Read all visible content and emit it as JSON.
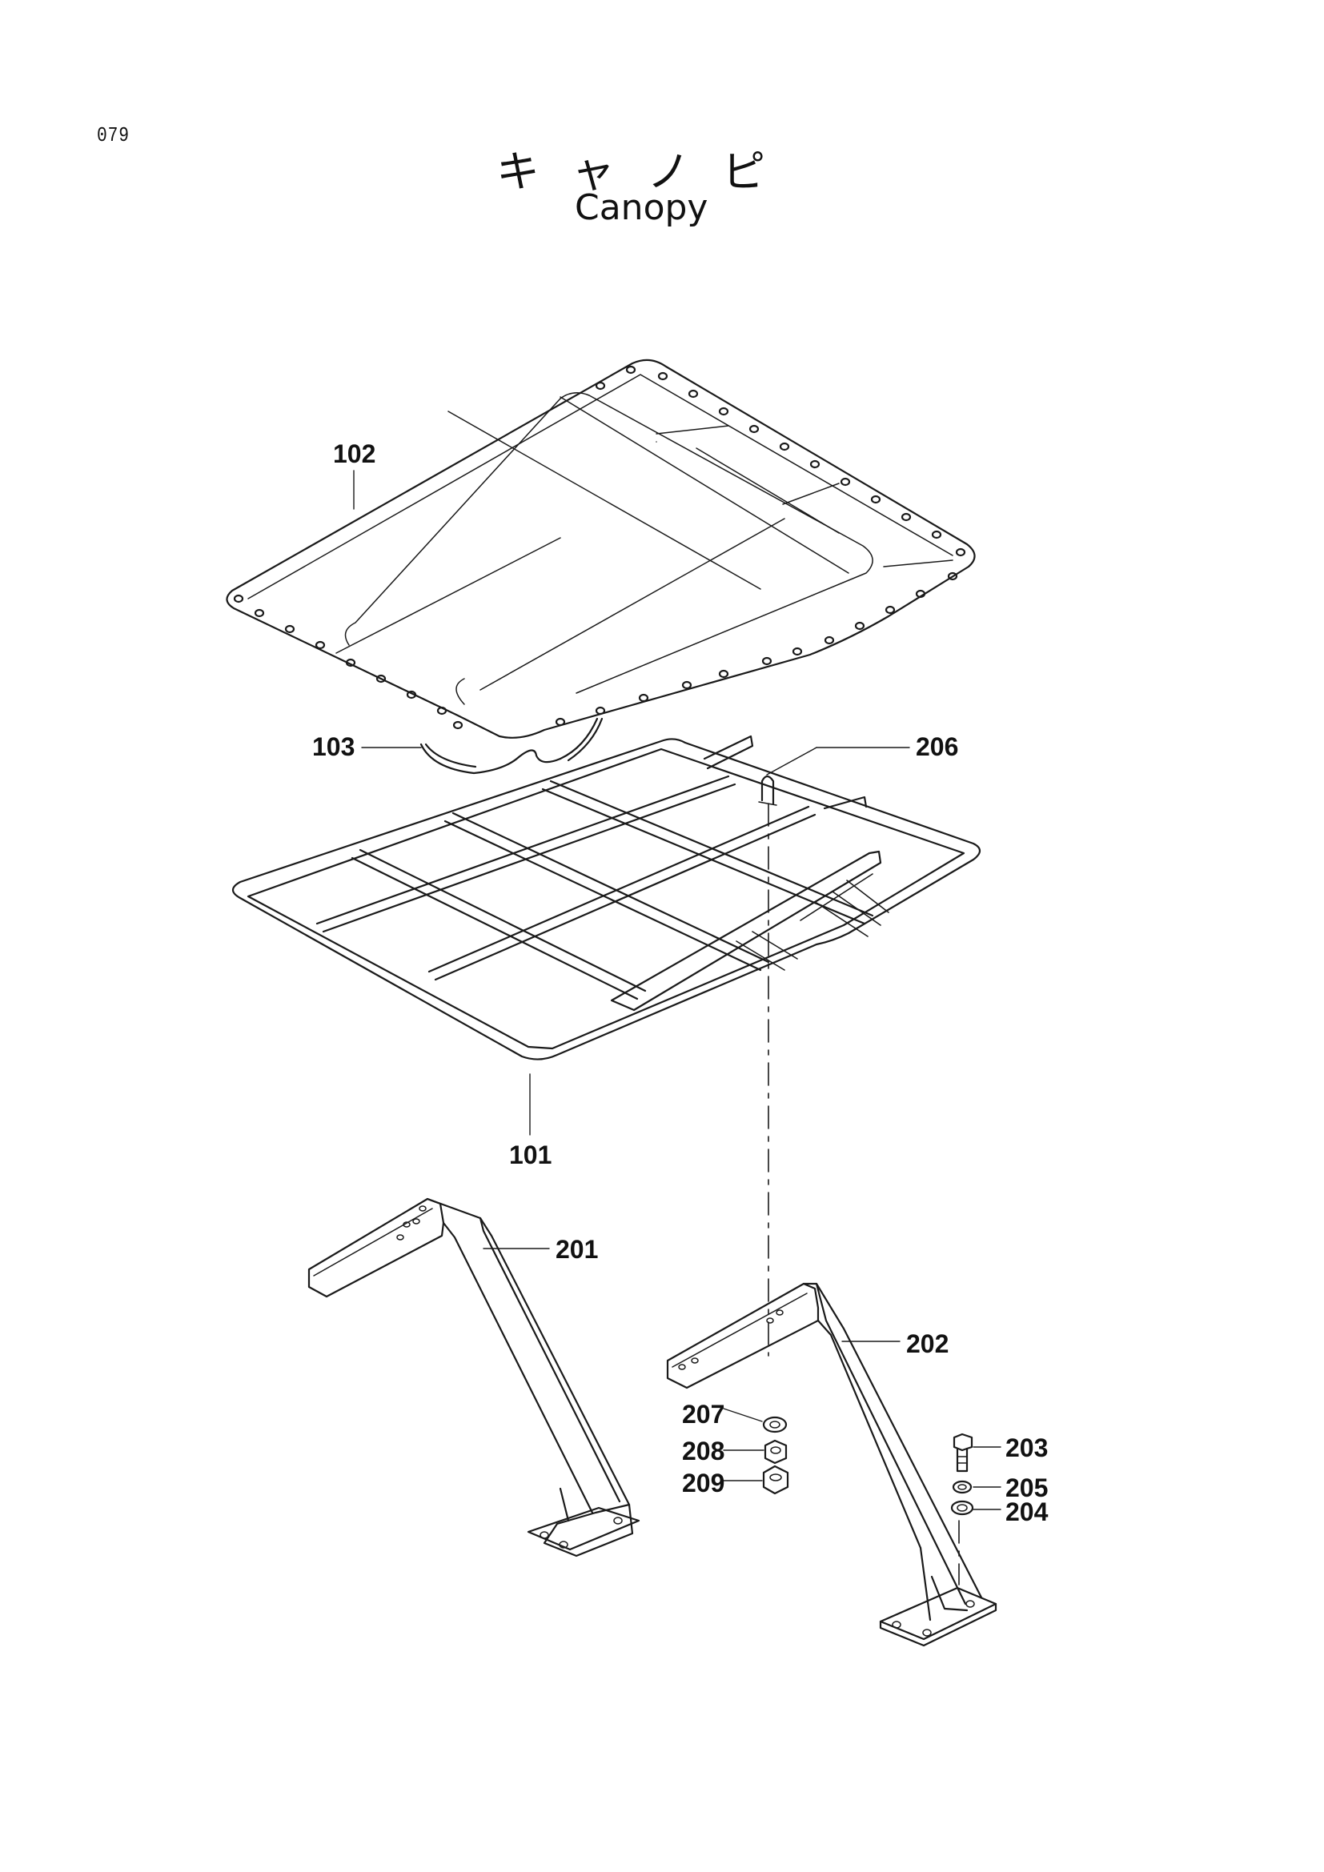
{
  "page": {
    "number": "079"
  },
  "title": {
    "japanese": "キャノピ",
    "english": "Canopy"
  },
  "callouts": {
    "p101": "101",
    "p102": "102",
    "p103": "103",
    "p201": "201",
    "p202": "202",
    "p203": "203",
    "p204": "204",
    "p205": "205",
    "p206": "206",
    "p207": "207",
    "p208": "208",
    "p209": "209"
  }
}
